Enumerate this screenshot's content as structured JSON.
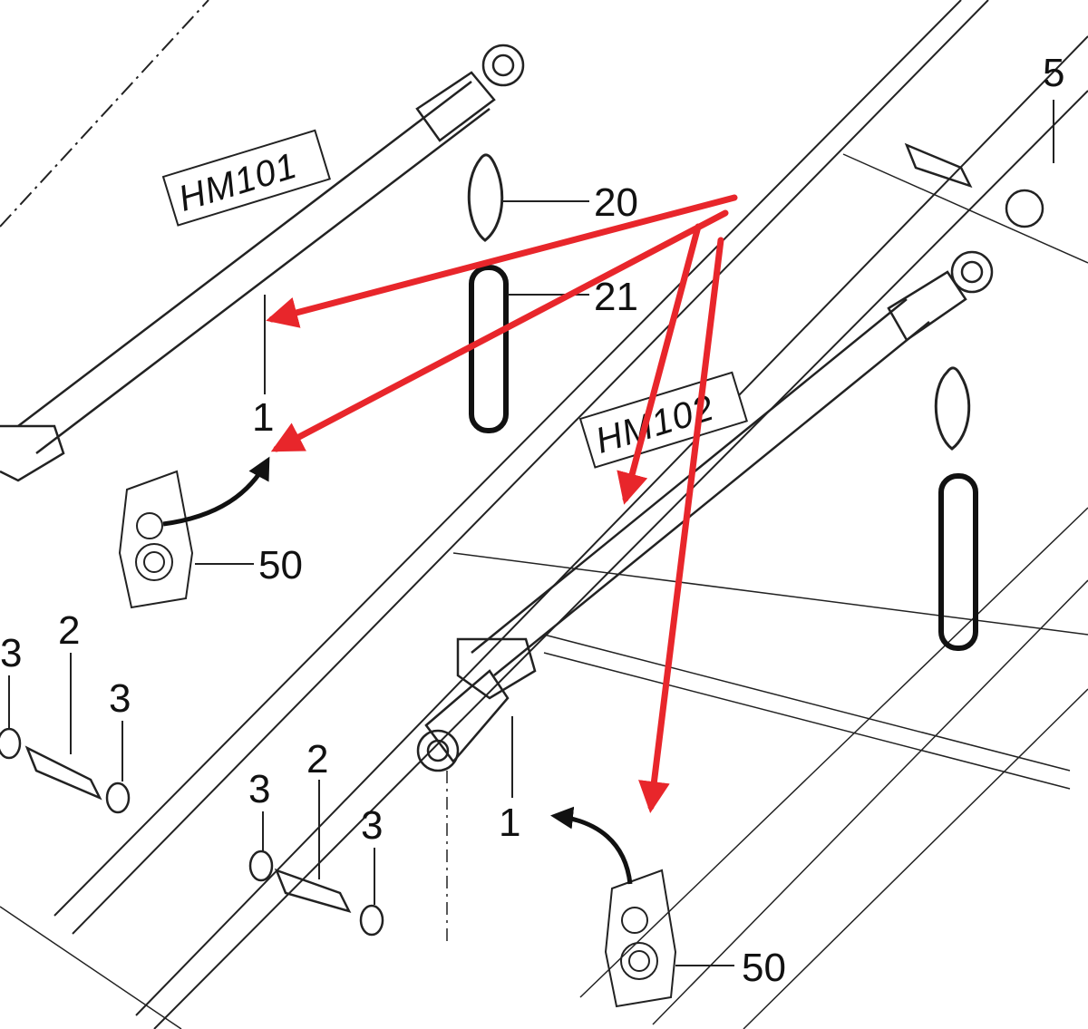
{
  "diagram": {
    "tags": {
      "hm101": "HM101",
      "hm102": "HM102"
    },
    "labels": {
      "p1_top": "1",
      "p1_bottom": "1",
      "p2_left": "2",
      "p2_mid": "2",
      "p3_a": "3",
      "p3_b": "3",
      "p3_c": "3",
      "p3_d": "3",
      "p20": "20",
      "p21": "21",
      "p50_left": "50",
      "p50_right": "50",
      "p5_edge": "5"
    },
    "colors": {
      "arrow": "#e8262b",
      "ink": "#222222",
      "background": "#ffffff"
    },
    "icons": [
      "snap-hook-icon",
      "strap-loop-icon",
      "hose-bundle-icon",
      "curved-arrow-icon"
    ]
  }
}
